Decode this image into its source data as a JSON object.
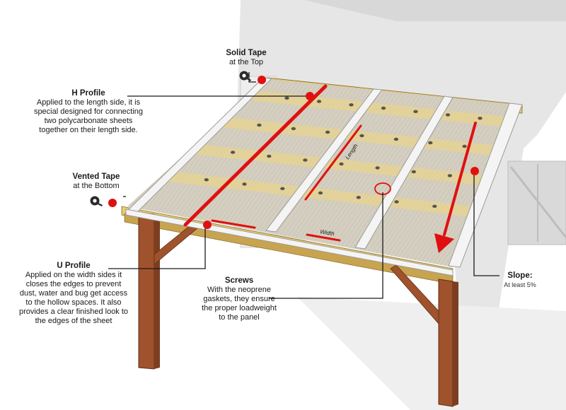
{
  "colors": {
    "accent": "#e01010",
    "leader": "#1a1a1a",
    "wood": "#a0522d",
    "sheet": "#d4cfc0",
    "house_wall": "#e4e4e4",
    "profile": "#f2f2f2"
  },
  "labels": {
    "solid_tape": {
      "title": "Solid Tape",
      "desc": "at the Top",
      "icon": "tape-roll-icon"
    },
    "h_profile": {
      "title": "H Profile",
      "desc": [
        "Applied to the length side, it is",
        "special designed for connecting",
        "two polycarbonate sheets",
        "together on their length side."
      ]
    },
    "vented_tape": {
      "title": "Vented Tape",
      "desc": "at the Bottom",
      "icon": "tape-roll-icon"
    },
    "u_profile": {
      "title": "U Profile",
      "desc": [
        "Applied on the width sides it",
        "closes the edges to prevent",
        "dust, water and bug get access",
        "to the hollow spaces. It also",
        "provides a clear finished look to",
        "the edges of the sheet"
      ]
    },
    "screws": {
      "title": "Screws",
      "desc": [
        "With the neoprene",
        "gaskets, they ensure",
        "the proper loadweight",
        "to the panel"
      ]
    },
    "slope": {
      "title": "Slope:",
      "desc": "At least 5%"
    }
  },
  "dimension_labels": {
    "length": "Length",
    "width": "Width"
  }
}
